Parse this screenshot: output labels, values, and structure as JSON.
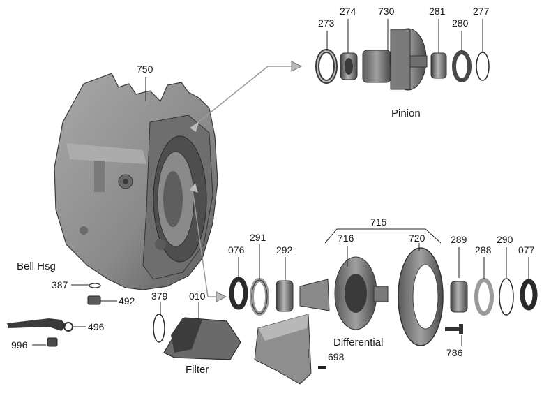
{
  "colors": {
    "metal_dark": "#4a4a4a",
    "metal_mid": "#8c8c8c",
    "metal_light": "#c4c4c4",
    "casting": "#9a9a9a",
    "leader": "#222222",
    "arrow_line": "#9a9a9a"
  },
  "captions": {
    "pinion": "Pinion",
    "differential": "Differential",
    "filter": "Filter",
    "bell_hsg": "Bell Hsg"
  },
  "parts": {
    "p273": "273",
    "p274": "274",
    "p730": "730",
    "p281": "281",
    "p280": "280",
    "p277": "277",
    "p750": "750",
    "p715": "715",
    "p716": "716",
    "p720": "720",
    "p289": "289",
    "p288": "288",
    "p290": "290",
    "p077": "077",
    "p076": "076",
    "p291": "291",
    "p292": "292",
    "p379": "379",
    "p010": "010",
    "p387": "387",
    "p492": "492",
    "p496": "496",
    "p996": "996",
    "p698": "698",
    "p786": "786"
  }
}
